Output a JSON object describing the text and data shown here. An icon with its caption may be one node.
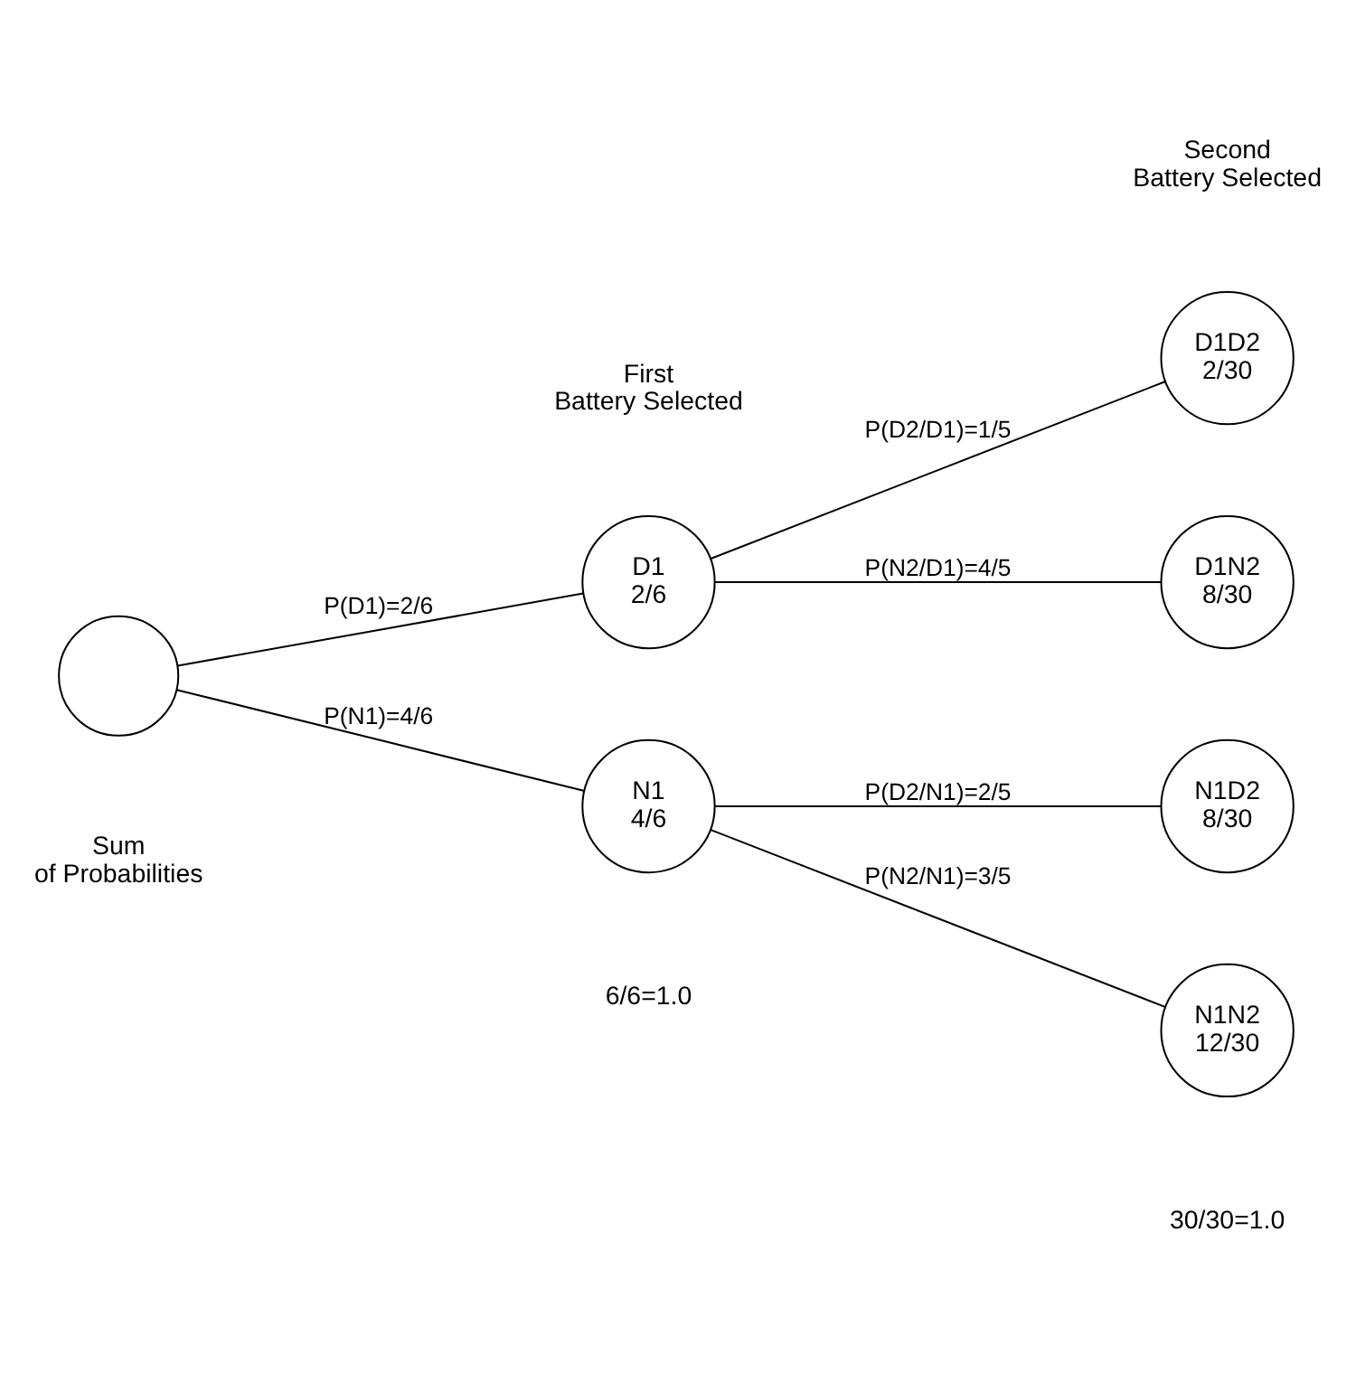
{
  "diagram": {
    "nodes": [
      {
        "text": [],
        "shape": "circle"
      },
      {
        "text": [
          "D1",
          "2/6"
        ]
      },
      {
        "text": [
          "N1",
          "4/6"
        ]
      },
      {
        "text": [
          "D1D2",
          "2/30"
        ]
      },
      {
        "text": [
          "D1N2",
          "8/30"
        ]
      },
      {
        "text": [
          "N1D2",
          "8/30"
        ]
      },
      {
        "text": [
          "N1N2",
          "12/30"
        ]
      }
    ],
    "edges": [
      {
        "from": 0,
        "to": 1,
        "arrow": "none",
        "label": "P(D1)=2/6"
      },
      {
        "from": 0,
        "to": 2,
        "arrow": "none",
        "label": "P(N1)=4/6"
      },
      {
        "from": 1,
        "to": 3,
        "arrow": "none",
        "label": "P(D2/D1)=1/5"
      },
      {
        "from": 1,
        "to": 4,
        "arrow": "none",
        "label": "P(N2/D1)=4/5"
      },
      {
        "from": 2,
        "to": 5,
        "arrow": "none",
        "label": "P(D2/N1)=2/5"
      },
      {
        "from": 2,
        "to": 6,
        "arrow": "none",
        "label": "P(N2/N1)=3/5"
      }
    ],
    "labels": [
      "First Battery Selected",
      "Second Battery Selected",
      "Sum of Probabilities",
      "6/6=1.0",
      "30/30=1.0"
    ]
  }
}
